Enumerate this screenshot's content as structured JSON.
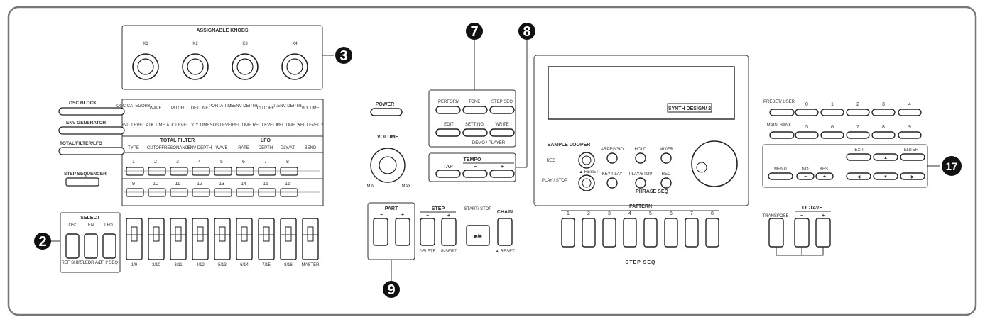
{
  "knobs": {
    "title": "ASSIGNABLE KNOBS",
    "labels": [
      "K1",
      "K2",
      "K3",
      "K4"
    ]
  },
  "callouts": {
    "c2": "2",
    "c3": "3",
    "c7": "7",
    "c8": "8",
    "c9": "9",
    "c17": "17"
  },
  "blocks": {
    "osc": "OSC BLOCK",
    "env": "ENV GENERATOR",
    "total": "TOTAL/FILTER/LFO",
    "step": "STEP SEQUENCER"
  },
  "row1": [
    "OSC CATEGORY",
    "WAVE",
    "PITCH",
    "DETUNE",
    "PORTA TIME",
    "P.ENV DEPTH",
    "CUTOFF",
    "P.ENV DEPTH",
    "VOLUME"
  ],
  "row2": [
    "INIT LEVEL",
    "ATK TIME",
    "ATK LEVEL",
    "DCY TIME",
    "SUS LEVEL",
    "REL TIME 1",
    "REL LEVEL 1",
    "REL TIME 2",
    "REL LEVEL 2"
  ],
  "total_filter": {
    "title": "TOTAL FILTER",
    "items": [
      "TYPE",
      "CUTOFF",
      "RESONANCE",
      "ENV DEPTH"
    ]
  },
  "lfo": {
    "title": "LFO",
    "items": [
      "WAVE",
      "RATE",
      "DEPTH",
      "DLY/AT",
      "BEND"
    ]
  },
  "step_top": [
    "1",
    "2",
    "3",
    "4",
    "5",
    "6",
    "7",
    "8"
  ],
  "step_bot": [
    "9",
    "10",
    "11",
    "12",
    "13",
    "14",
    "15",
    "16"
  ],
  "select": {
    "title": "SELECT",
    "cols": [
      "OSC",
      "EN",
      "LFO"
    ],
    "sub": [
      "REF SHIFT",
      "SLEDR A/B",
      "TH/ SEQ"
    ]
  },
  "sliders": [
    "1/9",
    "2/10",
    "3/11",
    "4/12",
    "5/13",
    "6/14",
    "7/15",
    "8/16",
    "MASTER"
  ],
  "power": "POWER",
  "volume": {
    "title": "VOLUME",
    "min": "MIN",
    "max": "MAX"
  },
  "mode": {
    "perform": "PERFORM",
    "tone": "TONE",
    "stepseq": "STEP SEQ",
    "edit": "EDIT",
    "setting": "SETTING",
    "write": "WRITE",
    "demo": "DEMO / PLAYER"
  },
  "tempo": {
    "title": "TEMPO",
    "tap": "TAP",
    "minus": "−",
    "plus": "+"
  },
  "part": {
    "title": "PART",
    "minus": "−",
    "plus": "+"
  },
  "step": {
    "title": "STEP",
    "minus": "−",
    "plus": "+",
    "delete": "DELETE",
    "insert": "INSERT",
    "startstop": "START/ STOP",
    "playsym": "▶/■",
    "chain": "CHAIN",
    "reset": "▲ RESET"
  },
  "sample": {
    "title": "SAMPLE LOOPER",
    "rec": "REC",
    "play": "PLAY / STOP",
    "arp": "ARPEGGIO",
    "hold": "HOLD",
    "mixer": "MIXER",
    "keyplay": "KEY PLAY",
    "playstop": "PLAY/STOP",
    "rec2": "REC",
    "phrase": "PHRASE SEQ",
    "reset": "▲ RESET"
  },
  "display": {
    "badge": "SYNTH DESIGN/ 2"
  },
  "pattern": {
    "title": "PATTERN",
    "nums": [
      "1",
      "2",
      "3",
      "4",
      "5",
      "6",
      "7",
      "8"
    ],
    "stepseq": "STEP SEQ"
  },
  "transpose": {
    "label": "TRANSPOSE",
    "octave": "OCTAVE",
    "minus": "−",
    "plus": "+"
  },
  "preset": {
    "top": "PRESET/ USER",
    "bank": "MAIN/ BANK",
    "row1": [
      "0",
      "1",
      "2",
      "3",
      "4"
    ],
    "row2": [
      "5",
      "6",
      "7",
      "8",
      "9"
    ]
  },
  "nav": {
    "menu": "MENU",
    "no": "NO",
    "yes": "YES",
    "exit": "EXIT",
    "enter": "ENTER",
    "minus": "−",
    "plus": "+"
  }
}
